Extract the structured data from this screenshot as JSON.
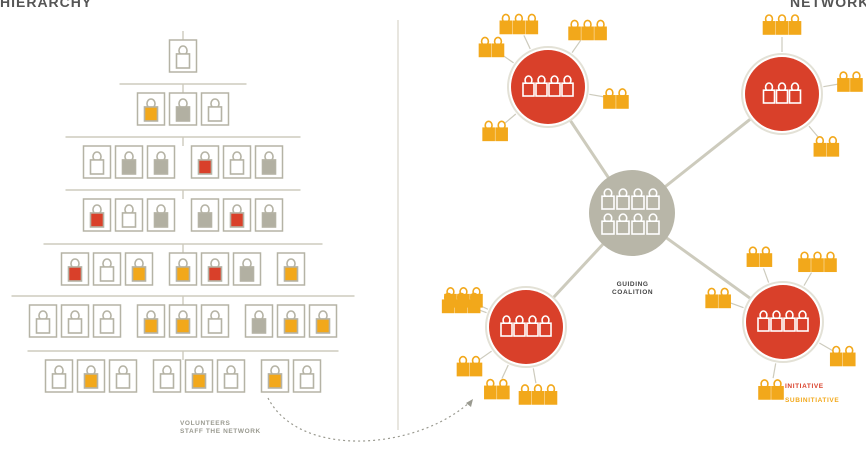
{
  "titles": {
    "left": "HIERARCHY",
    "right": "NETWORK"
  },
  "captions": {
    "volunteers_line1": "VOLUNTEERS",
    "volunteers_line2": "STAFF THE NETWORK",
    "coalition_line1": "GUIDING",
    "coalition_line2": "COALITION"
  },
  "legend": {
    "initiative": "INITIATIVE",
    "subinitiative": "SUBINITIATIVE"
  },
  "colors": {
    "line": "#cdcbbd",
    "person_outline": "#b5b3a5",
    "gray_fill": "#b2b0a2",
    "red_fill": "#d9402a",
    "orange_fill": "#f2a81b",
    "hub_fill": "#b8b6a8",
    "initiative_fill": "#d9402a",
    "subinitiative_fill": "#f2a81b",
    "heading_text": "#555555"
  },
  "hierarchy": {
    "rows": [
      [
        "w"
      ],
      [
        "o",
        "g",
        "w"
      ],
      [
        "w",
        "g",
        "g",
        "r",
        "w",
        "g"
      ],
      [
        "r",
        "w",
        "g",
        "g",
        "r",
        "g"
      ],
      [
        "r",
        "w",
        "o",
        "o",
        "r",
        "g",
        "o"
      ],
      [
        "w",
        "w",
        "w",
        "o",
        "o",
        "w",
        "g",
        "o",
        "o"
      ],
      [
        "w",
        "o",
        "w",
        "w",
        "o",
        "w",
        "o",
        "w"
      ]
    ]
  },
  "network": {
    "hub_people": 8,
    "initiatives": [
      {
        "people": 4,
        "sub_groups": [
          3,
          3,
          2,
          2,
          2
        ]
      },
      {
        "people": 3,
        "sub_groups": [
          3,
          2,
          2
        ]
      },
      {
        "people": 4,
        "sub_groups": [
          3,
          2,
          2,
          3,
          3
        ]
      },
      {
        "people": 4,
        "sub_groups": [
          2,
          3,
          2,
          2,
          2
        ]
      }
    ]
  }
}
